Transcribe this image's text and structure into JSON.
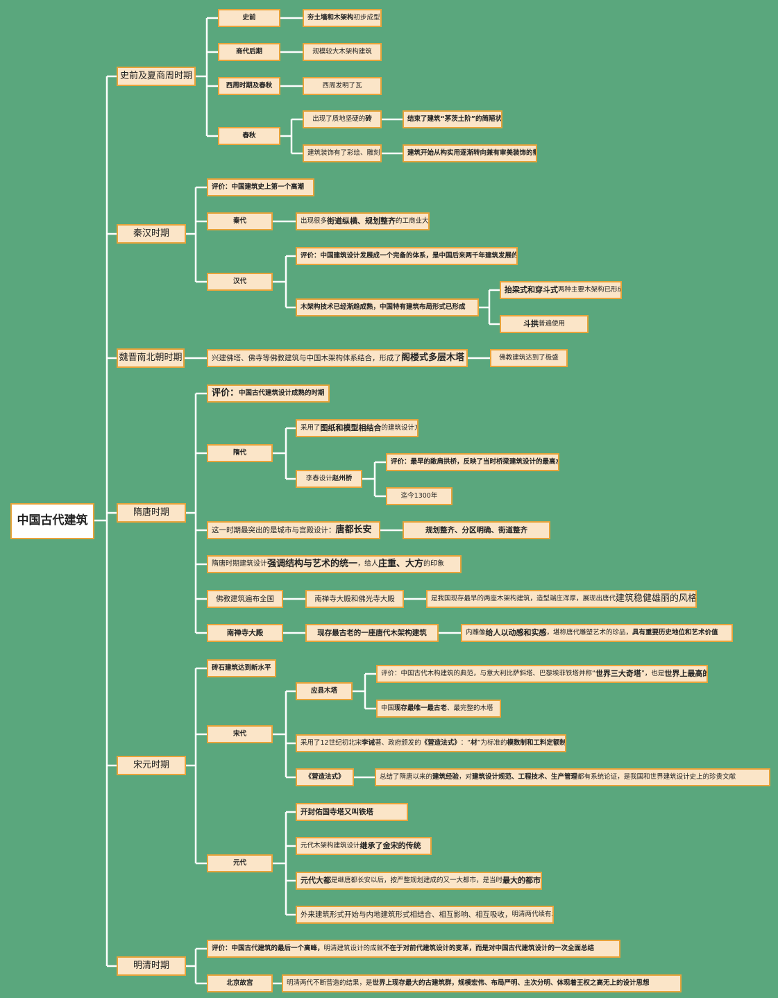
{
  "root": "中国古代建筑",
  "periods": {
    "p1": "史前及夏商周时期",
    "p2": "秦汉时期",
    "p3": "魏晋南北朝时期",
    "p4": "隋唐时期",
    "p5": "宋元时期",
    "p6": "明清时期"
  },
  "nodes": {
    "n1a": "史前",
    "n1a_t1": "夯土墙和木架构",
    "n1a_t2": "初步成型",
    "n1b": "商代后期",
    "n1b_t": "规模较大木架构建筑",
    "n1c": "西周时期及春秋",
    "n1c_t": "西周发明了瓦",
    "n1d": "春秋",
    "n1d1_t1": "出现了质地坚硬的",
    "n1d1_t2": "砖",
    "n1d1r": "结束了建筑“茅茨土阶”的简陋状态",
    "n1d2": "建筑装饰有了彩绘、雕刻等",
    "n1d2r": "建筑开始从构实用逐渐转向兼有审美装饰的需求",
    "n2a": "评价：中国建筑史上第一个高潮",
    "n2b": "秦代",
    "n2b_t1": "出现很多",
    "n2b_t2": "街道纵横、规划整齐",
    "n2b_t3": "的工商业大城市",
    "n2c": "汉代",
    "n2c1": "评价：中国建筑设计发展成一个完备的体系，是中国后来两千年建筑发展的基础",
    "n2c2": "木架构技术已经渐趋成熟，中国特有建筑布局形式已形成",
    "n2c2a_t1": "抬梁式和穿斗式",
    "n2c2a_t2": "两种主要木架构已形成",
    "n2c2b_t1": "斗拱",
    "n2c2b_t2": "普遍使用",
    "n3a_t1": "兴建佛塔、佛寺等佛教建筑与中国木架构体系结合，形成了",
    "n3a_t2": "阁楼式多层木塔",
    "n3b": "佛教建筑达到了极盛",
    "n4a_t1": "评价：",
    "n4a_t2": "中国古代建筑设计成熟的时期",
    "n4b": "隋代",
    "n4b1_t1": "采用了",
    "n4b1_t2": "图纸和模型相结合",
    "n4b1_t3": "的建筑设计方法",
    "n4b2_t1": "李春设计",
    "n4b2_t2": "赵州桥",
    "n4b2a": "评价：最早的敞肩拱桥，反映了当时桥梁建筑设计的最高水平",
    "n4b2b": "迄今1300年",
    "n4c_t1": "这一时期最突出的是城市与宫殿设计：",
    "n4c_t2": "唐都长安",
    "n4cr": "规划整齐、分区明确、街道整齐",
    "n4d_t1": "隋唐时期建筑设计",
    "n4d_t2": "强调结构与艺术的统一",
    "n4d_t3": "，给人",
    "n4d_t4": "庄重、大方",
    "n4d_t5": "的印象",
    "n4e": "佛教建筑遍布全国",
    "n4e1": "南禅寺大殿和佛光寺大殿",
    "n4e2_t1": "是我国现存最早的两座木架构建筑，造型端庄浑厚，展现出唐代",
    "n4e2_t2": "建筑稳健雄丽的风格",
    "n4f": "南禅寺大殿",
    "n4f1": "现存最古老的一座唐代木架构建筑",
    "n4f2_t1": "内雕像",
    "n4f2_t2": "给人以动感和实感",
    "n4f2_t3": "，堪称唐代雕塑艺术的珍品，",
    "n4f2_t4": "具有重要历史地位和艺术价值",
    "n5a": "砖石建筑达到新水平",
    "n5b": "宋代",
    "n5b1": "应县木塔",
    "n5b1a_t1": "评价：中国古代木构建筑的典范，与意大利比萨斜塔、巴黎埃菲铁塔并称“",
    "n5b1a_t2": "世界三大奇塔",
    "n5b1a_t3": "”，也是",
    "n5b1a_t4": "世界上最高的木塔",
    "n5b1b_t1": "中国",
    "n5b1b_t2": "现存最唯一最古老",
    "n5b1b_t3": "、最完整的木塔",
    "n5b2_t1": "采用了12世纪初北宋",
    "n5b2_t2": "李诫",
    "n5b2_t3": "著、政府颁发的",
    "n5b2_t4": "《营造法式》",
    "n5b2_t5": "：“",
    "n5b2_t6": "材",
    "n5b2_t7": "”为标准的",
    "n5b2_t8": "模数制和工料定额制",
    "n5b3": "《营造法式》",
    "n5b3r_t1": "总结了隋唐以来的",
    "n5b3r_t2": "建筑经验",
    "n5b3r_t3": "，对",
    "n5b3r_t4": "建筑设计规范、工程技术、生产管理",
    "n5b3r_t5": "都有系统论证，是我国和世界建筑设计史上的珍贵文献",
    "n5c": "元代",
    "n5c1": "开封佑国寺塔又叫铁塔",
    "n5c2_t1": "元代木架构建筑设计",
    "n5c2_t2": "继承了金宋的传统",
    "n5c3_t1": "元代大都",
    "n5c3_t2": "是继唐都长安以后，按严整规划建成的又一大都市，是当时",
    "n5c3_t3": "最大的都市之一",
    "n5c4_t1": "外来建筑形式开始与内地建筑形式相结合、相互影响、相互吸收，",
    "n5c4_t2": "明清两代续有发展",
    "n6a_t1": "评价：中国古代建筑的最后一个高峰，",
    "n6a_t2": "明清建筑设计的成就",
    "n6a_t3": "不在于对前代建筑设计的变革，而是对中国古代建筑设计的一次全面总结",
    "n6b": "北京故宫",
    "n6b1_t1": "明清两代不断营造的结果，是",
    "n6b1_t2": "世界上现存最大的古建筑群，规模宏伟、布局严明、主次分明、体现着王权之高无上的设计思想"
  }
}
